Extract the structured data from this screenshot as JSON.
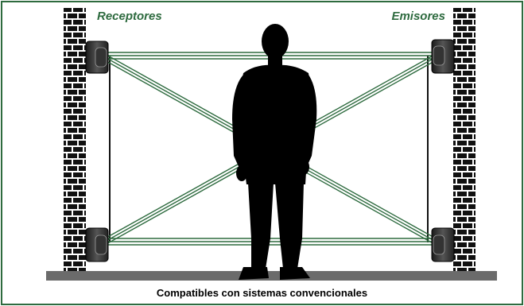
{
  "labels": {
    "left": "Receptores",
    "right": "Emisores"
  },
  "caption": "Compatibles con sistemas convencionales",
  "colors": {
    "accent": "#2e6b3f",
    "border": "#2e6b3f",
    "ground": "#6b6b6b",
    "beam": "#2e6b3f",
    "brick": "#111111"
  }
}
